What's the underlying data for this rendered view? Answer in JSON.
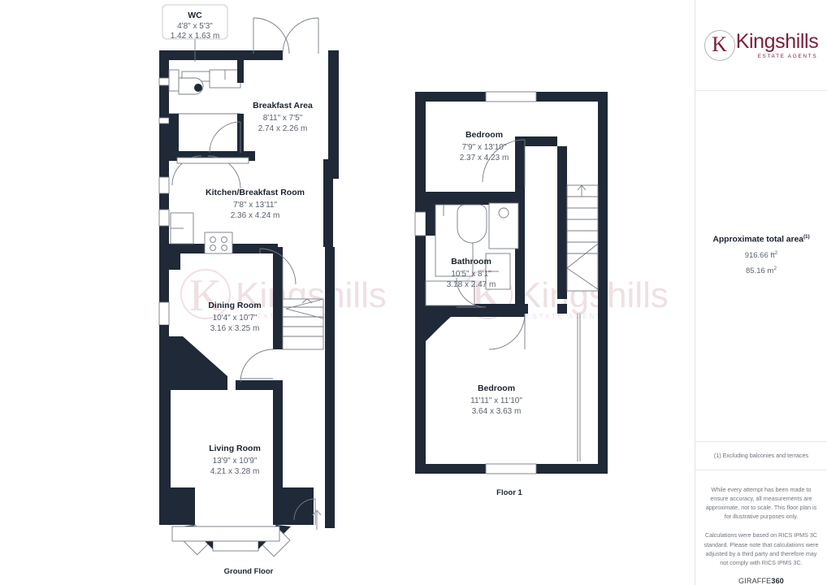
{
  "brand": {
    "logo_letter": "K",
    "name": "Kingshills",
    "tagline": "ESTATE AGENTS",
    "watermark_letter": "K",
    "watermark_name": "Kingshills",
    "watermark_tagline": "ESTATE AGENTS",
    "accent_color": "#7b1f38",
    "wall_color": "#1f2937"
  },
  "floors": [
    {
      "id": "ground",
      "label": "Ground Floor",
      "rooms": [
        {
          "name": "WC",
          "imperial": "4'8\" x 5'3\"",
          "metric": "1.42 x 1.63 m",
          "callout": true
        },
        {
          "name": "Breakfast Area",
          "imperial": "8'11\" x 7'5\"",
          "metric": "2.74 x 2.26 m",
          "callout": false
        },
        {
          "name": "Kitchen/Breakfast Room",
          "imperial": "7'8\" x 13'11\"",
          "metric": "2.36 x 4.24 m",
          "callout": false
        },
        {
          "name": "Dining Room",
          "imperial": "10'4\" x 10'7\"",
          "metric": "3.16 x 3.25 m",
          "callout": false
        },
        {
          "name": "Living Room",
          "imperial": "13'9\" x 10'9\"",
          "metric": "4.21 x 3.28 m",
          "callout": false
        }
      ]
    },
    {
      "id": "floor1",
      "label": "Floor 1",
      "rooms": [
        {
          "name": "Bedroom",
          "imperial": "7'9\" x 13'10\"",
          "metric": "2.37 x 4.23 m",
          "callout": false
        },
        {
          "name": "Bathroom",
          "imperial": "10'5\" x 8'1\"",
          "metric": "3.18 x 2.47 m",
          "callout": false
        },
        {
          "name": "Bedroom",
          "imperial": "11'11\" x 11'10\"",
          "metric": "3.64 x 3.63 m",
          "callout": false
        }
      ]
    }
  ],
  "info_panel": {
    "area_title": "Approximate total area",
    "area_title_superscript": "(1)",
    "area_sqft": "916.66 ft",
    "area_sqft_sup": "2",
    "area_sqm": "85.16 m",
    "area_sqm_sup": "2",
    "footnote": "(1) Excluding balconies and terraces",
    "disclaimer_1": "While every attempt has been made to ensure accuracy, all measurements are approximate, not to scale. This floor plan is for illustrative purposes only.",
    "disclaimer_2": "Calculations were based on RICS IPMS 3C standard. Please note that calculations were adjusted by a third party and therefore may not comply with RICS IPMS 3C.",
    "brandmark_light": "GIRAFFE",
    "brandmark_bold": "360"
  }
}
